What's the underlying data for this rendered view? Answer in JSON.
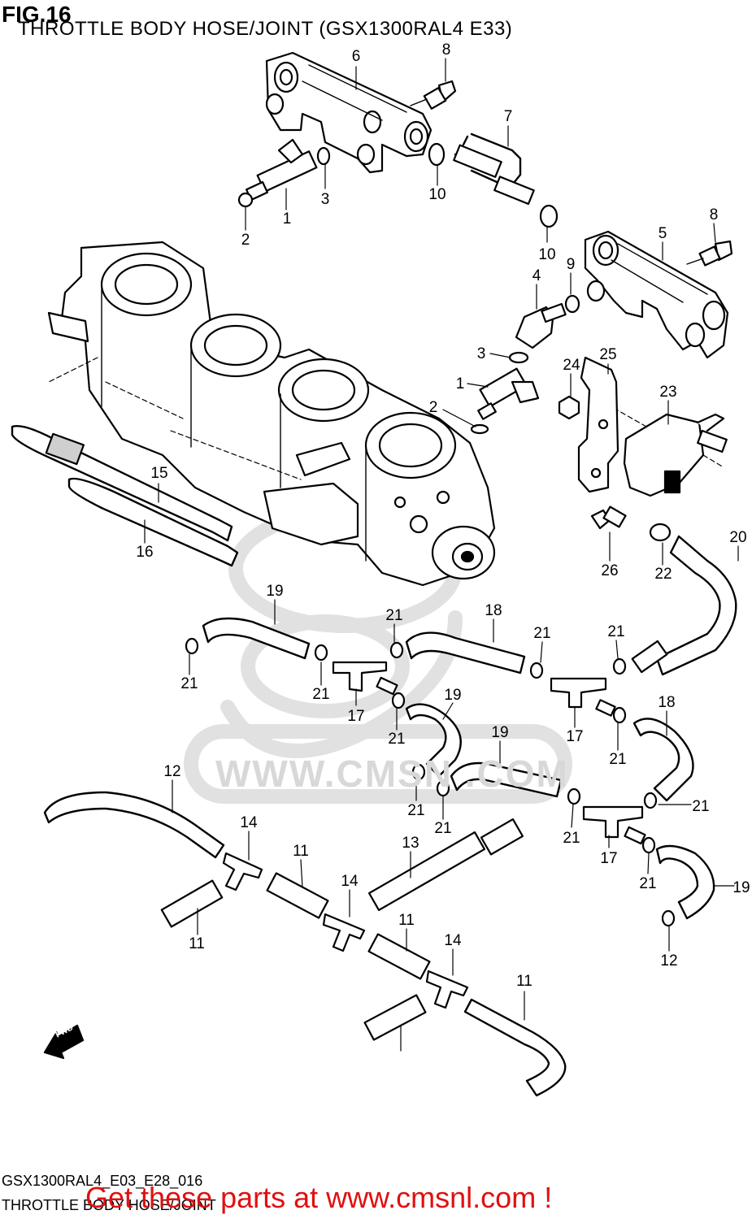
{
  "header": {
    "fig_no": "FIG.16",
    "title": "THROTTLE BODY HOSE/JOINT (GSX1300RAL4 E33)"
  },
  "watermark": "WWW.CMSN    .COM",
  "arrow_label": "FWD",
  "callouts": [
    "6",
    "8",
    "7",
    "3",
    "10",
    "1",
    "2",
    "10",
    "8",
    "5",
    "9",
    "4",
    "3",
    "1",
    "2",
    "24",
    "25",
    "23",
    "15",
    "16",
    "26",
    "22",
    "20",
    "19",
    "21",
    "21",
    "18",
    "21",
    "21",
    "21",
    "17",
    "21",
    "19",
    "17",
    "18",
    "21",
    "21",
    "19",
    "21",
    "21",
    "12",
    "14",
    "11",
    "14",
    "13",
    "11",
    "11",
    "14",
    "17",
    "21",
    "19",
    "21",
    "12",
    "11"
  ],
  "footer": {
    "code": "GSX1300RAL4_E03_E28_016",
    "title": "THROTTLE BODY HOSE/JOINT",
    "promo": "Get these parts at www.cmsnl.com !"
  },
  "colors": {
    "line": "#000000",
    "promo": "#e01010",
    "watermark": "#d8d8d8"
  }
}
